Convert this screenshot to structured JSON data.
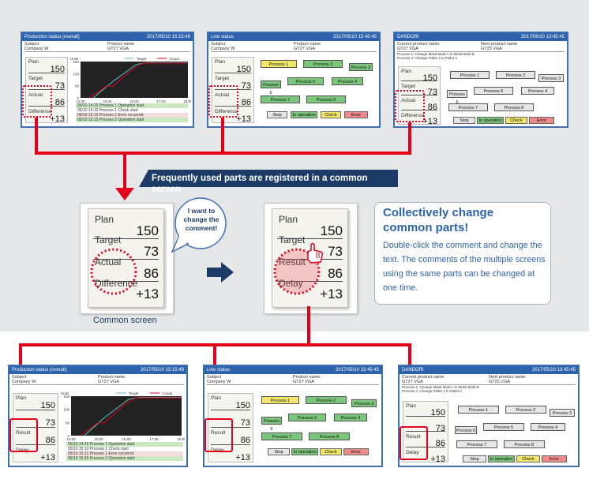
{
  "banner": {
    "text": "Frequently used parts are registered in a common screen"
  },
  "bubble": {
    "text": "I want to change the comment!"
  },
  "common_caption": "Common screen",
  "info": {
    "title_line1": "Collectively change",
    "title_line2": "common parts!",
    "body": "Double-click the comment and change the text. The comments of the multiple screens using the same parts can be changed at one time."
  },
  "card_before": {
    "plan": "Plan",
    "plan_val": "150",
    "target": "Target",
    "target_val": "73",
    "actual": "Actual",
    "actual_val": "86",
    "difference": "Difference",
    "difference_val": "+13"
  },
  "card_after": {
    "plan": "Plan",
    "plan_val": "150",
    "target": "Target",
    "target_val": "73",
    "result": "Result",
    "result_val": "86",
    "delay": "Delay",
    "delay_val": "+13"
  },
  "screens_top": {
    "prod": {
      "title": "Production status (overall)",
      "time": "2017/05/10 15:15:46",
      "subject_label": "Subject",
      "subject": "Company W",
      "product_label": "Product name",
      "product": "GT27 VGA"
    },
    "line": {
      "title": "Line status",
      "time": "2017/05/10 15:45:45",
      "subject_label": "Subject",
      "subject": "Company W",
      "product_label": "Product name",
      "product": "GT27 VGA"
    },
    "dandori": {
      "title": "DANDORI",
      "time": "2017/05/10 13:45:45",
      "current_label": "Current product name",
      "current": "GT27 VGA",
      "next_label": "Next product name",
      "next": "GT25 VGA",
      "note1": "Process 1: Change Metal Mold A to Metal Mold B",
      "note2": "Process 4: Change Pallet 1 to Pallet 3"
    }
  },
  "screens_bottom": {
    "prod": {
      "title": "Production status (overall)",
      "time": "2017/05/10 15:15:46",
      "subject_label": "Subject",
      "subject": "Company W",
      "product_label": "Product name",
      "product": "GT27 VGA"
    },
    "line": {
      "title": "Line status",
      "time": "2017/05/10 15:45:45",
      "subject_label": "Subject",
      "subject": "Company W",
      "product_label": "Product name",
      "product": "GT27 VGA"
    },
    "dandori": {
      "title": "DANDORI",
      "time": "2017/05/10 13:45:45",
      "current_label": "Current product name",
      "current": "GT27 VGA",
      "next_label": "Next product name",
      "next": "GT25 VGA",
      "note1": "Process 1: Change Metal Mold A to Metal Mold B",
      "note2": "Process 4: Change Pallet 1 to Pallet 3"
    }
  },
  "panel_top": {
    "plan": "Plan",
    "plan_val": "150",
    "target": "Target",
    "target_val": "73",
    "row3": "Actual",
    "row3_val": "86",
    "row4": "Difference",
    "row4_val": "+13"
  },
  "panel_bottom": {
    "plan": "Plan",
    "plan_val": "150",
    "target": "",
    "target_val": "73",
    "row3": "Result",
    "row3_val": "86",
    "row4": "Delay",
    "row4_val": "+13"
  },
  "chart": {
    "legend_target": "Target",
    "legend_actual": "Actual",
    "ylabel": "Units",
    "yticks": [
      "150",
      "100",
      "50",
      "0"
    ],
    "xticks": [
      "14:00",
      "15:00",
      "16:00",
      "17:00",
      "18:00"
    ],
    "target_color": "#5bc0be",
    "actual_color": "#e2001a"
  },
  "log": [
    {
      "text": "05/10 14:15 Process 1  Operation start",
      "color": "#c9e8c0"
    },
    {
      "text": "05/10 15:10 Process 1  Check start",
      "color": "#ffffff"
    },
    {
      "text": "05/10 15:12 Process 1  Error occurred",
      "color": "#f6dddd"
    },
    {
      "text": "05/10 15:15 Process 2  Operation start",
      "color": "#c9e8c0"
    }
  ],
  "processes": [
    "Process 1",
    "Process 2",
    "Process 3",
    "Process 4",
    "Process 5",
    "Process 6",
    "Process 7",
    "Process 8"
  ],
  "statuses": [
    "Stop",
    "In operation",
    "Check",
    "Error"
  ],
  "colors": {
    "accent": "#e2001a",
    "navy": "#1c3b66",
    "title_blue": "#2d63ad"
  }
}
